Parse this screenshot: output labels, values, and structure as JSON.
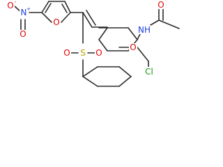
{
  "atoms": {
    "nitro_o_minus": {
      "text": "O",
      "charge": "-"
    },
    "nitro_n": {
      "text": "N",
      "charge": "+"
    },
    "nitro_o_double": {
      "text": "O"
    },
    "furan_o": {
      "text": "O"
    },
    "sulfonyl_o_left": {
      "text": "O"
    },
    "sulfonyl_s": {
      "text": "S"
    },
    "sulfonyl_o_right": {
      "text": "O"
    },
    "ring_o": {
      "text": "O"
    },
    "amide_nh": {
      "text": "NH"
    },
    "amide_o": {
      "text": "O"
    },
    "chlorine": {
      "text": "Cl"
    }
  },
  "colors": {
    "bond": "#2b2b2b",
    "oxygen": "#e20000",
    "nitrogen": "#1f3fd8",
    "sulfur": "#b8a200",
    "chlorine": "#119911"
  }
}
